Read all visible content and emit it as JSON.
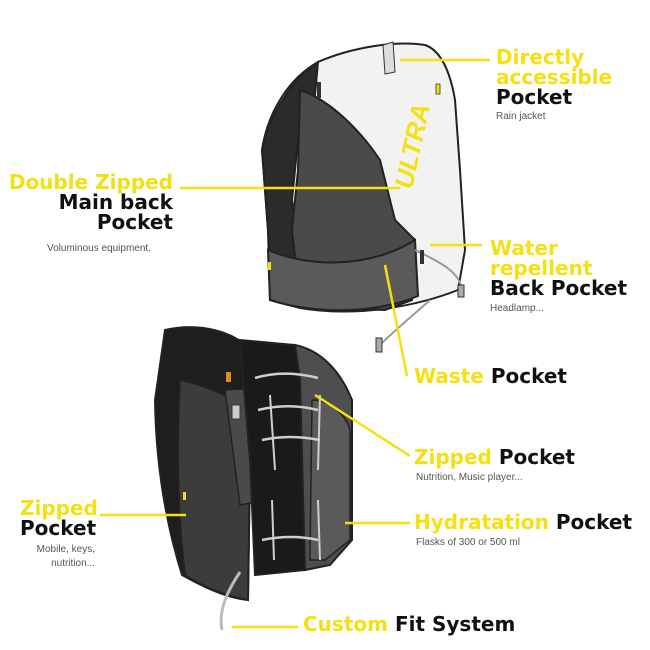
{
  "colors": {
    "accent": "#f4e013",
    "ink": "#111111",
    "vest_dark": "#2b2b2b",
    "vest_mid": "#4a4a4a",
    "vest_light": "#f2f2f2"
  },
  "brand": {
    "logo_text": "ULTRA"
  },
  "callouts": {
    "directly_accessible": {
      "highlight_1": "Directly",
      "highlight_2": "accessible",
      "title": "Pocket",
      "note": "Rain jacket"
    },
    "double_zipped": {
      "highlight": "Double Zipped",
      "title_1": "Main back",
      "title_2": "Pocket",
      "note": "Voluminous equipment."
    },
    "water_repellent": {
      "highlight_1": "Water",
      "highlight_2": "repellent",
      "title": "Back Pocket",
      "note": "Headlamp..."
    },
    "waste": {
      "highlight": "Waste",
      "title": "Pocket"
    },
    "zipped_chest": {
      "highlight": "Zipped",
      "title": "Pocket",
      "note": "Nutrition, Music player..."
    },
    "zipped_side": {
      "highlight": "Zipped",
      "title": "Pocket",
      "note_1": "Mobile, keys,",
      "note_2": "nutrition..."
    },
    "hydration": {
      "highlight": "Hydratation",
      "title": "Pocket",
      "note": "Flasks of 300 or 500 ml"
    },
    "fit_system": {
      "highlight": "Custom",
      "title": "Fit System"
    }
  }
}
